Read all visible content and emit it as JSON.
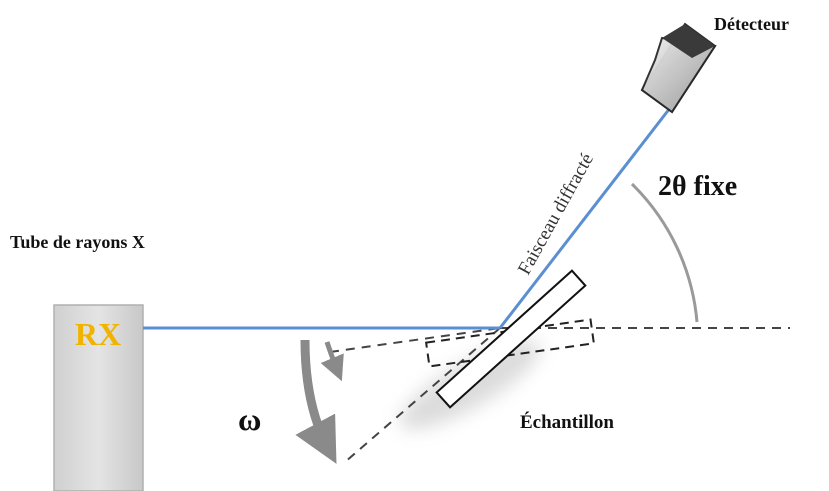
{
  "labels": {
    "detector": "Détecteur",
    "tube": "Tube de rayons X",
    "source": "RX",
    "diffracted_beam": "Faisceau diffracté",
    "two_theta": "2θ fixe",
    "omega": "ω",
    "sample": "Échantillon"
  },
  "colors": {
    "beam": "#5b8fd1",
    "source_text": "#f0b400",
    "tube_fill": "#d9d9d9",
    "arc": "#9a9a9a",
    "dashed": "#444444"
  }
}
